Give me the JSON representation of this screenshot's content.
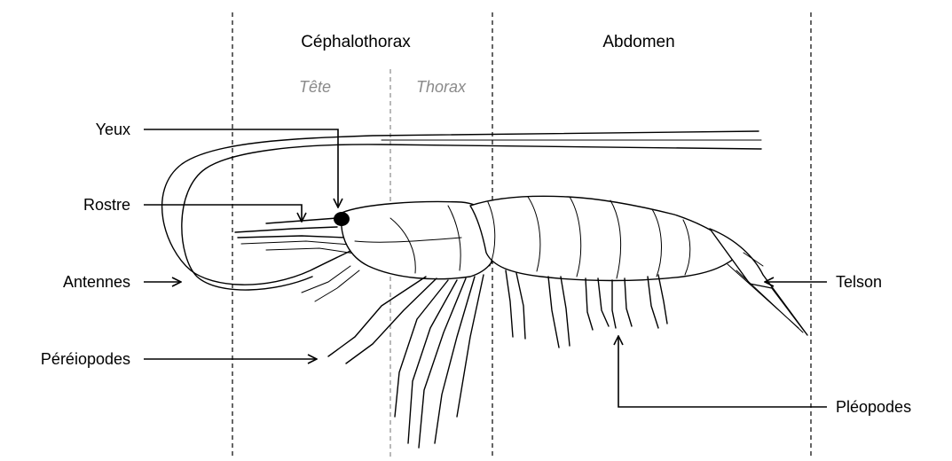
{
  "regions": {
    "cephalothorax": "Céphalothorax",
    "abdomen": "Abdomen",
    "tete": "Tête",
    "thorax": "Thorax"
  },
  "labels": {
    "yeux": "Yeux",
    "rostre": "Rostre",
    "antennes": "Antennes",
    "pereiopodes": "Péréiopodes",
    "telson": "Telson",
    "pleopodes": "Pléopodes"
  },
  "colors": {
    "ink": "#000000",
    "subregion_grey": "#8a8a8a",
    "background": "#ffffff"
  }
}
